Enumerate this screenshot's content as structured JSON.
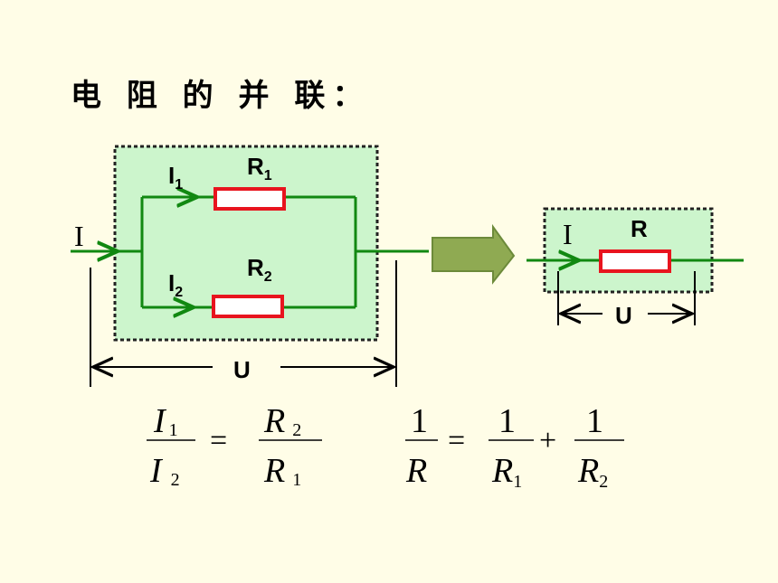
{
  "title": "电 阻 的 并 联：",
  "circuit": {
    "current_total": "I",
    "current_1": "I",
    "current_1_sub": "1",
    "current_2": "I",
    "current_2_sub": "2",
    "resistor_1": "R",
    "resistor_1_sub": "1",
    "resistor_2": "R",
    "resistor_2_sub": "2",
    "voltage": "U"
  },
  "equivalent": {
    "current": "I",
    "resistor": "R",
    "voltage": "U"
  },
  "formula_ratio": {
    "num_left": "I",
    "num_left_sub": "1",
    "den_left": "I",
    "den_left_sub": "2",
    "equals": "=",
    "num_right": "R",
    "num_right_sub": "2",
    "den_right": "R",
    "den_right_sub": "1"
  },
  "formula_sum": {
    "one_a": "1",
    "r": "R",
    "equals": "=",
    "one_b": "1",
    "r1": "R",
    "r1_sub": "1",
    "plus": "+",
    "one_c": "1",
    "r2": "R",
    "r2_sub": "2"
  },
  "colors": {
    "background": "#fffde7",
    "box_fill": "#ccf5cc",
    "wire": "#118811",
    "resistor": "#e8141e",
    "arrow_fill": "#8faa52"
  }
}
